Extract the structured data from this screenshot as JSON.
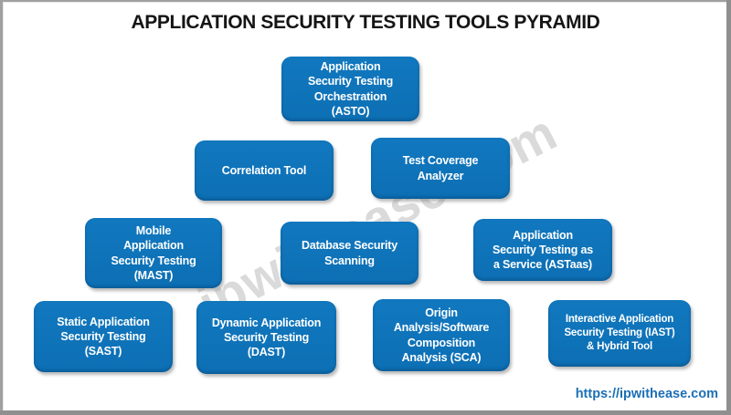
{
  "title": "APPLICATION SECURITY TESTING TOOLS PYRAMID",
  "watermark": "ipwithease.com",
  "footer": {
    "url": "https://ipwithease.com"
  },
  "colors": {
    "box_fill": "#0e72b9",
    "box_text": "#ffffff",
    "title_text": "#151515",
    "url_text": "#1b6fb5",
    "watermark": "#dadada",
    "frame": "#8f8f8f"
  },
  "boxes": [
    {
      "id": "asto",
      "row": 1,
      "label": "Application\nSecurity Testing\nOrchestration\n(ASTO)"
    },
    {
      "id": "correlation-tool",
      "row": 2,
      "label": "Correlation Tool"
    },
    {
      "id": "test-coverage-analyzer",
      "row": 2,
      "label": "Test Coverage\nAnalyzer"
    },
    {
      "id": "mast",
      "row": 3,
      "label": "Mobile\nApplication\nSecurity Testing\n(MAST)"
    },
    {
      "id": "database-security-scanning",
      "row": 3,
      "label": "Database Security\nScanning"
    },
    {
      "id": "astaas",
      "row": 3,
      "label": "Application\nSecurity Testing as\na Service (ASTaas)"
    },
    {
      "id": "sast",
      "row": 4,
      "label": "Static Application\nSecurity Testing\n(SAST)"
    },
    {
      "id": "dast",
      "row": 4,
      "label": "Dynamic Application\nSecurity Testing\n(DAST)"
    },
    {
      "id": "sca",
      "row": 4,
      "label": "Origin\nAnalysis/Software\nComposition\nAnalysis (SCA)"
    },
    {
      "id": "iast",
      "row": 4,
      "label": "Interactive Application\nSecurity Testing (IAST)\n& Hybrid Tool"
    }
  ]
}
